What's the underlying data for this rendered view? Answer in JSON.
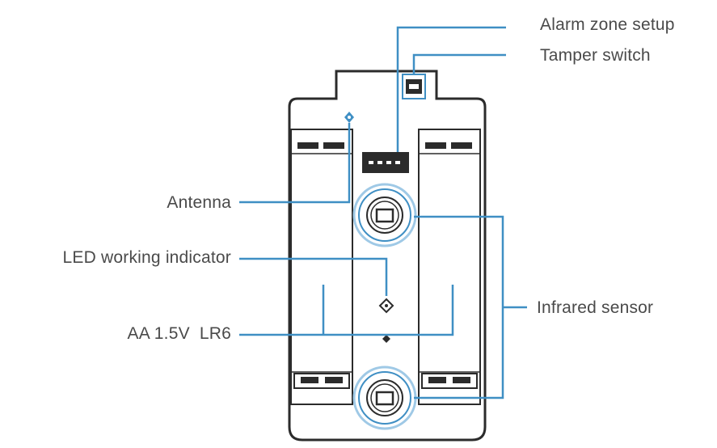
{
  "labels": {
    "alarm_zone_setup": "Alarm zone setup",
    "tamper_switch": "Tamper switch",
    "antenna": "Antenna",
    "led_working_indicator": "LED working indicator",
    "battery": "AA 1.5V  LR6",
    "infrared_sensor": "Infrared sensor"
  },
  "colors": {
    "outline": "#2b2b2b",
    "callout": "#3f8fc4",
    "text": "#4a4a4a"
  }
}
